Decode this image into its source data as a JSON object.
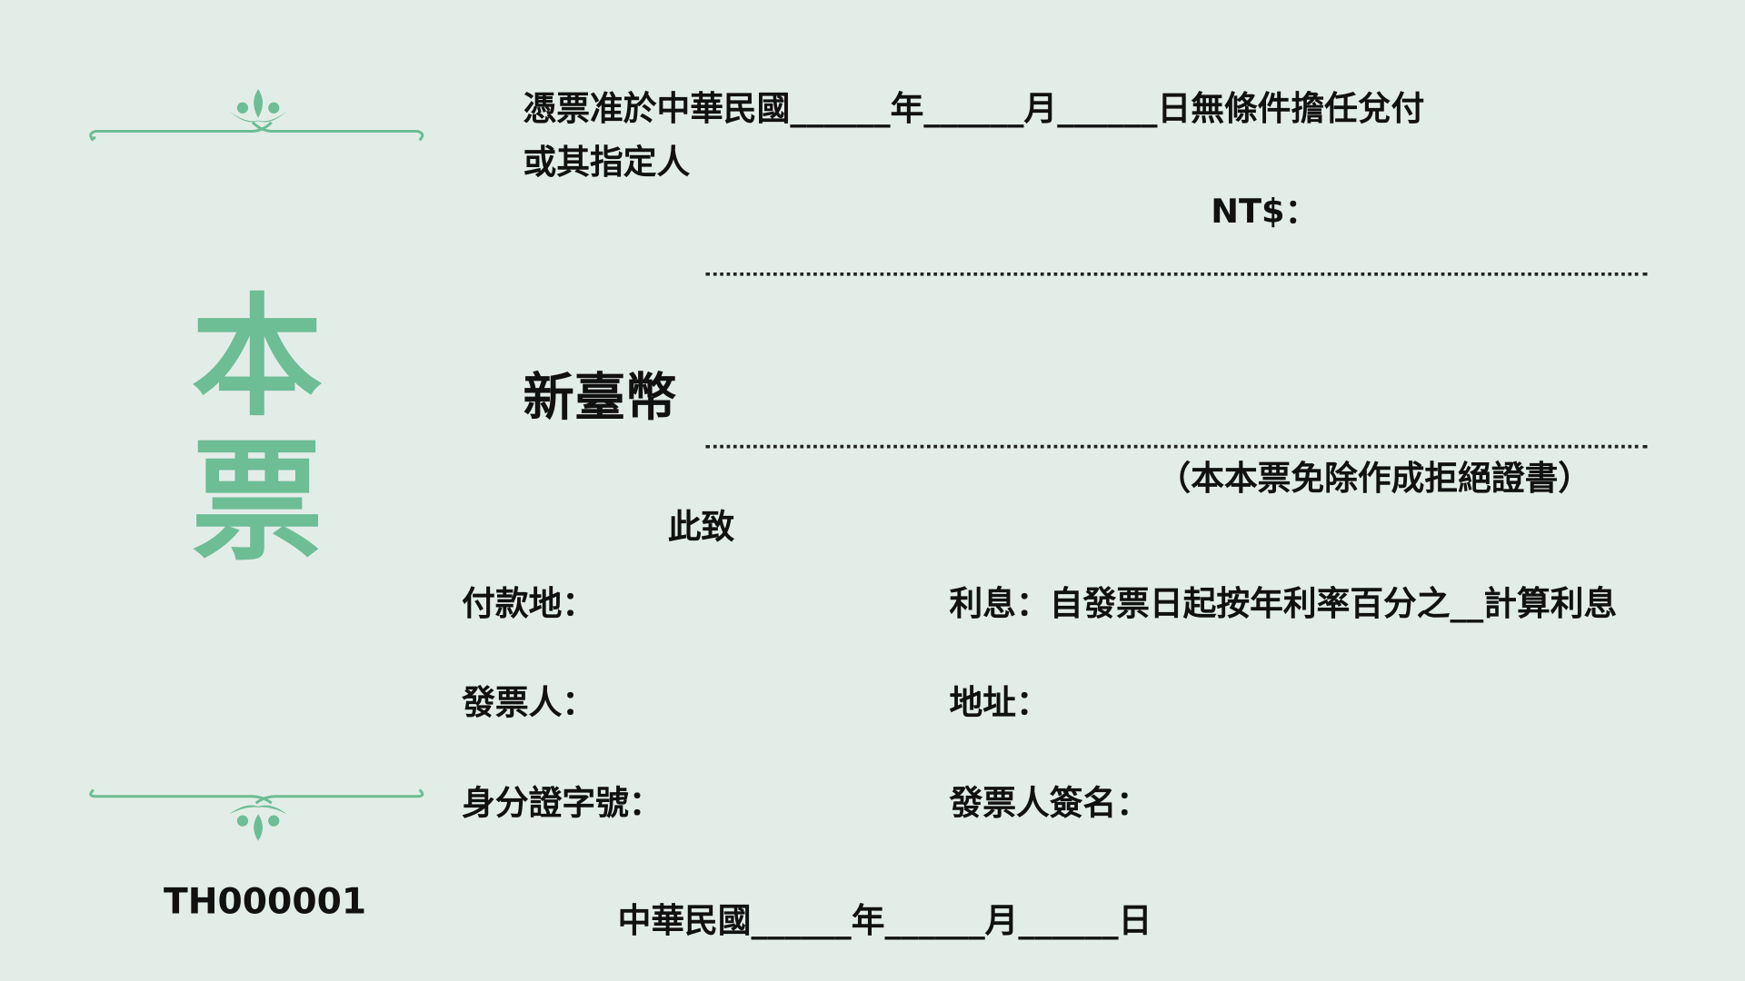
{
  "title_chars": [
    "本",
    "票"
  ],
  "serial_number": "TH000001",
  "line1": "憑票准於中華民國______年______月______日無條件擔任兌付",
  "line2": "或其指定人",
  "nt_label": "NT$：",
  "currency_label": "新臺幣",
  "waiver_note": "（本本票免除作成拒絕證書）",
  "addressee": "此致",
  "fields": {
    "payment_place": "付款地：",
    "interest": "利息：自發票日起按年利率百分之__計算利息",
    "issuer": "發票人：",
    "address": "地址：",
    "id_number": "身分證字號：",
    "issuer_signature": "發票人簽名："
  },
  "date_line": "中華民國______年______月______日",
  "colors": {
    "accent": "#6dbd95",
    "background": "#e3ede7"
  }
}
